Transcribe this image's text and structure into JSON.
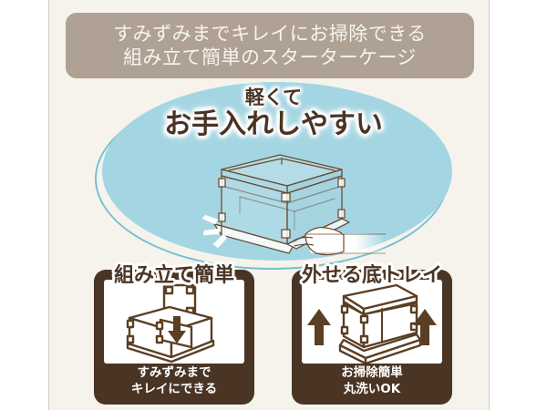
{
  "page": {
    "background_color": "#ffffff",
    "panel_color": "#f6f3ec",
    "rule_color": "#cfcdc8"
  },
  "header": {
    "background_color": "#afa294",
    "text_color": "#f7f4ee",
    "line1": "すみずみまでキレイにお掃除できる",
    "line2": "組み立て簡単のスターターケージ"
  },
  "hero": {
    "oval_fill": "#a3d6e2",
    "oval_ring": "#5cb9cf",
    "text_color": "#4a3324",
    "outline_color": "#ffffff",
    "line1": "軽くて",
    "line2": "お手入れしやすい",
    "illustration": "cage-lifted-by-hand"
  },
  "features": [
    {
      "title": "組み立て簡単",
      "caption_line1": "すみずみまで",
      "caption_line2": "キレイにできる",
      "illustration": "cage-assembly-panel-slide-down",
      "panel_color": "#4a3525",
      "figure_color": "#ffffff"
    },
    {
      "title": "外せる底トレイ",
      "caption_line1": "お掃除簡単",
      "caption_line2": "丸洗いOK",
      "illustration": "cage-body-lifted-off-bottom-tray",
      "panel_color": "#4a3525",
      "figure_color": "#ffffff"
    }
  ]
}
